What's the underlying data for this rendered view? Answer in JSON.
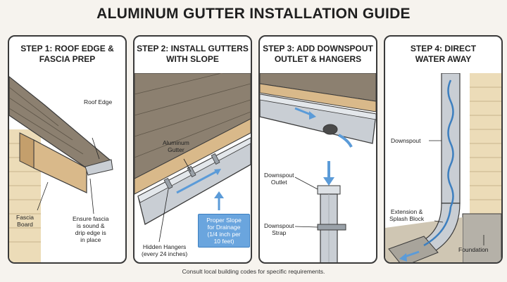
{
  "title": "ALUMINUM GUTTER INSTALLATION GUIDE",
  "steps": [
    {
      "heading": [
        "STEP 1: ROOF EDGE &",
        "FASCIA PREP"
      ],
      "labels": {
        "roof_edge": "Roof Edge",
        "fascia_board": [
          "Fascia",
          "Board"
        ],
        "ensure_fascia": [
          "Ensure fascia",
          "is sound &",
          "drip edge is",
          "in place"
        ]
      }
    },
    {
      "heading": [
        "STEP 2: INSTALL GUTTERS",
        "WITH SLOPE"
      ],
      "labels": {
        "aluminum_gutter": [
          "Aluminum",
          "Gutter"
        ],
        "proper_slope": [
          "Proper Slope",
          "for Drainage",
          "(1/4 inch per",
          "10 feet)"
        ],
        "hidden_hangers": [
          "Hidden Hangers",
          "(every 24 inches)"
        ]
      }
    },
    {
      "heading": [
        "STEP 3: ADD DOWNSPOUT",
        "OUTLET & HANGERS"
      ],
      "labels": {
        "downspout_outlet": [
          "Downspout",
          "Outlet"
        ],
        "downspout_strap": [
          "Downspout",
          "Strap"
        ]
      }
    },
    {
      "heading": [
        "STEP 4: DIRECT",
        "WATER AWAY"
      ],
      "labels": {
        "downspout": "Downspout",
        "extension": [
          "Extension &",
          "Splash Block"
        ],
        "foundation": "Foundation"
      }
    }
  ],
  "footer": "Consult local building codes for specific requirements.",
  "colors": {
    "shingle": "#8c8070",
    "fascia": "#d9b98a",
    "siding": "#ecdcb8",
    "metal": "#c9ced4",
    "water": "#5b9bd8",
    "outline": "#3a3a3a"
  }
}
